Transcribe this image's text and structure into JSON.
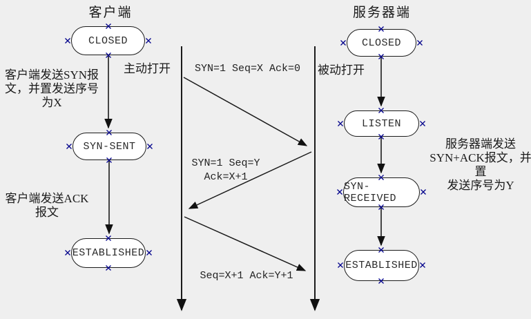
{
  "client": {
    "title": "客户端",
    "open_label": "主动打开",
    "states": [
      "CLOSED",
      "SYN-SENT",
      "ESTABLISHED"
    ],
    "note_syn": "客户端发送SYN报\n文，并置发送序号\n为X",
    "note_ack": "客户端发送ACK\n报文"
  },
  "server": {
    "title": "服务器端",
    "open_label": "被动打开",
    "states": [
      "CLOSED",
      "LISTEN",
      "SYN-RECEIVED",
      "ESTABLISHED"
    ],
    "note_synack": "服务器端发送\nSYN+ACK报文，并置\n发送序号为Y"
  },
  "messages": [
    {
      "label": "SYN=1 Seq=X Ack=0"
    },
    {
      "label": "SYN=1 Seq=Y\nAck=X+1"
    },
    {
      "label": "Seq=X+1 Ack=Y+1"
    }
  ],
  "colors": {
    "background": "#efefef",
    "node_fill": "#ffffff",
    "line": "#1a1a1a",
    "connection_point": "#00008b",
    "text": "#1a1a1a"
  }
}
